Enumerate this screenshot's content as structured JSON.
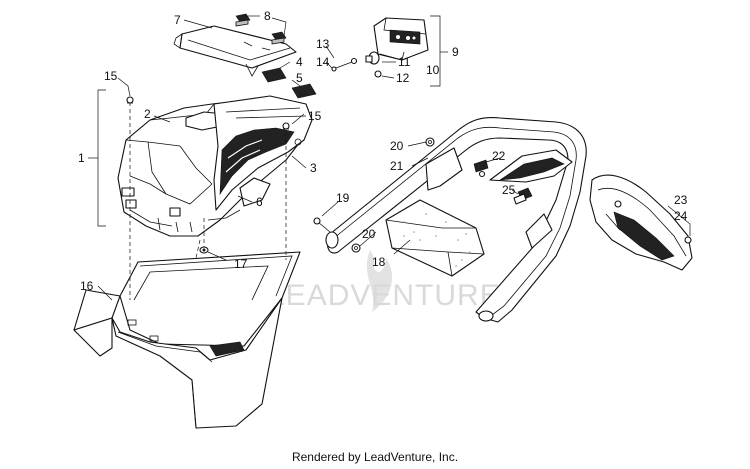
{
  "callouts": {
    "c1": "1",
    "c2": "2",
    "c3": "3",
    "c4": "4",
    "c5": "5",
    "c6": "6",
    "c7": "7",
    "c8": "8",
    "c9": "9",
    "c10": "10",
    "c11": "11",
    "c12": "12",
    "c13": "13",
    "c14": "14",
    "c15a": "15",
    "c15b": "15",
    "c16": "16",
    "c17": "17",
    "c18": "18",
    "c19": "19",
    "c20a": "20",
    "c20b": "20",
    "c21": "21",
    "c22": "22",
    "c23": "23",
    "c24": "24",
    "c25": "25"
  },
  "watermark": "LEADVENTURE",
  "footer": "Rendered by LeadVenture, Inc."
}
